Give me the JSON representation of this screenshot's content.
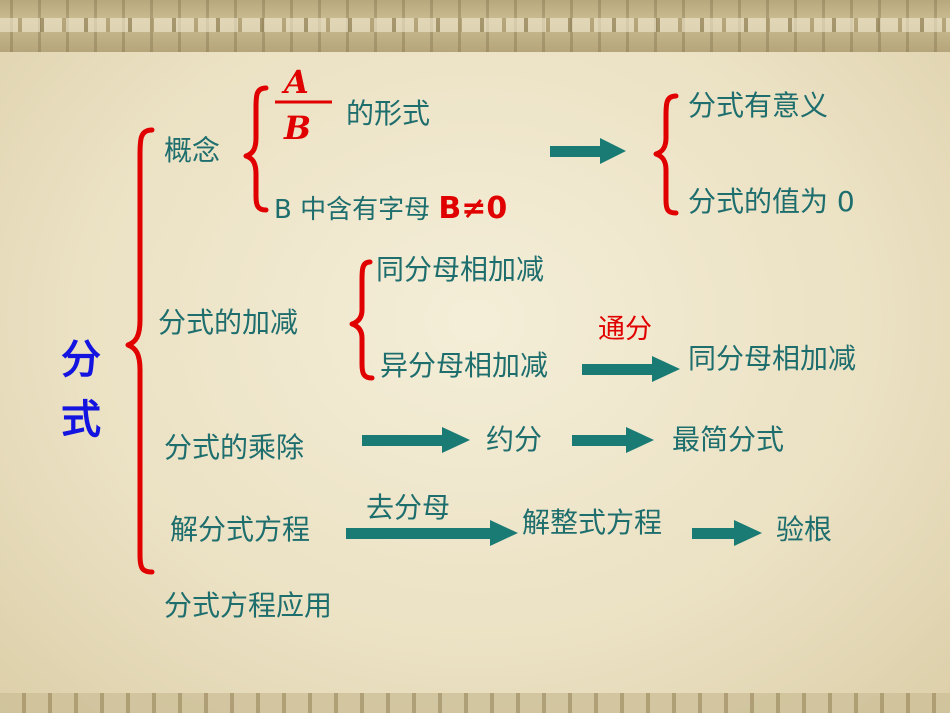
{
  "topic": [
    "分",
    "式"
  ],
  "concept": {
    "label": "概念",
    "fraction_numerator": "A",
    "fraction_denominator": "B",
    "form_text": "的形式",
    "condition_prefix": "B 中含有字母 ",
    "condition_highlight": "B≠0",
    "results": [
      "分式有意义",
      "分式的值为 0"
    ]
  },
  "addition": {
    "label": "分式的加减",
    "same_denominator": "同分母相加减",
    "different_denominator": "异分母相加减",
    "step_label": "通分",
    "result": "同分母相加减"
  },
  "multiplication": {
    "label": "分式的乘除",
    "step1": "约分",
    "step2": "最简分式"
  },
  "equation": {
    "label": "解分式方程",
    "step_label": "去分母",
    "step1": "解整式方程",
    "step2": "验根"
  },
  "application": {
    "label": "分式方程应用"
  },
  "colors": {
    "teal": "#1e6e6e",
    "red": "#e00000",
    "blue": "#1414e0",
    "arrow": "#1a7a74"
  }
}
